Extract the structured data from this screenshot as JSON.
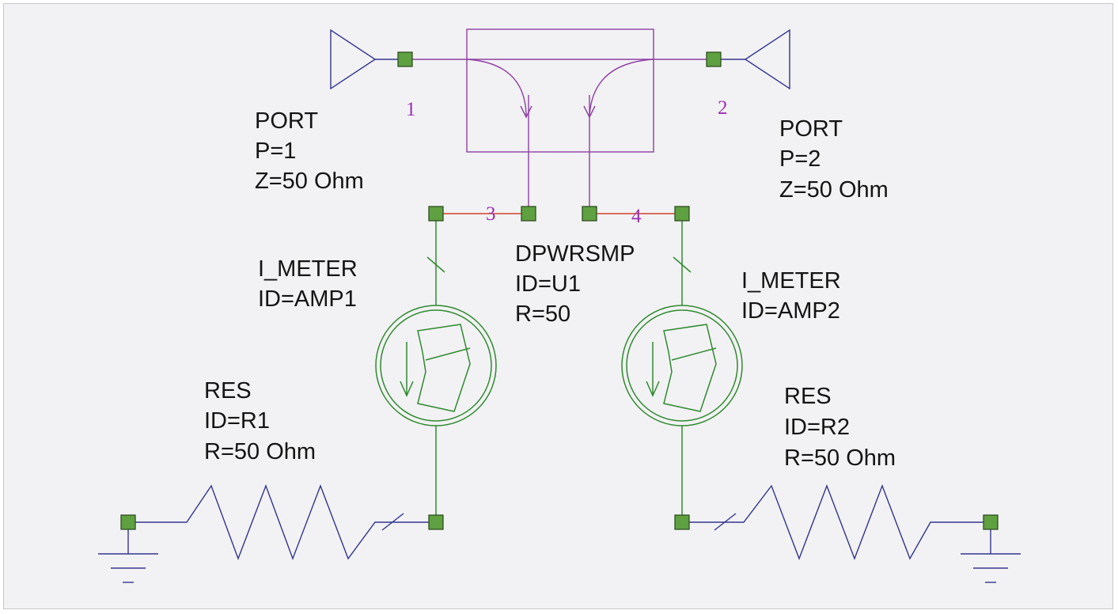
{
  "colors": {
    "background": "#f2f2f4",
    "wire_blue": "#343492",
    "wire_red": "#d0432b",
    "element_purple": "#8e3fa3",
    "meter_green": "#2f8a2f",
    "node_green": "#5fa041"
  },
  "components": {
    "port1": {
      "lines": [
        "PORT",
        "P=1",
        "Z=50 Ohm"
      ],
      "pin": "1"
    },
    "port2": {
      "lines": [
        "PORT",
        "P=2",
        "Z=50 Ohm"
      ],
      "pin": "2"
    },
    "splitter": {
      "lines": [
        "DPWRSMP",
        "ID=U1",
        "R=50"
      ],
      "pin3": "3",
      "pin4": "4"
    },
    "meter1": {
      "lines": [
        "I_METER",
        "ID=AMP1"
      ]
    },
    "meter2": {
      "lines": [
        "I_METER",
        "ID=AMP2"
      ]
    },
    "res1": {
      "lines": [
        "RES",
        "ID=R1",
        "R=50 Ohm"
      ]
    },
    "res2": {
      "lines": [
        "RES",
        "ID=R2",
        "R=50 Ohm"
      ]
    }
  }
}
